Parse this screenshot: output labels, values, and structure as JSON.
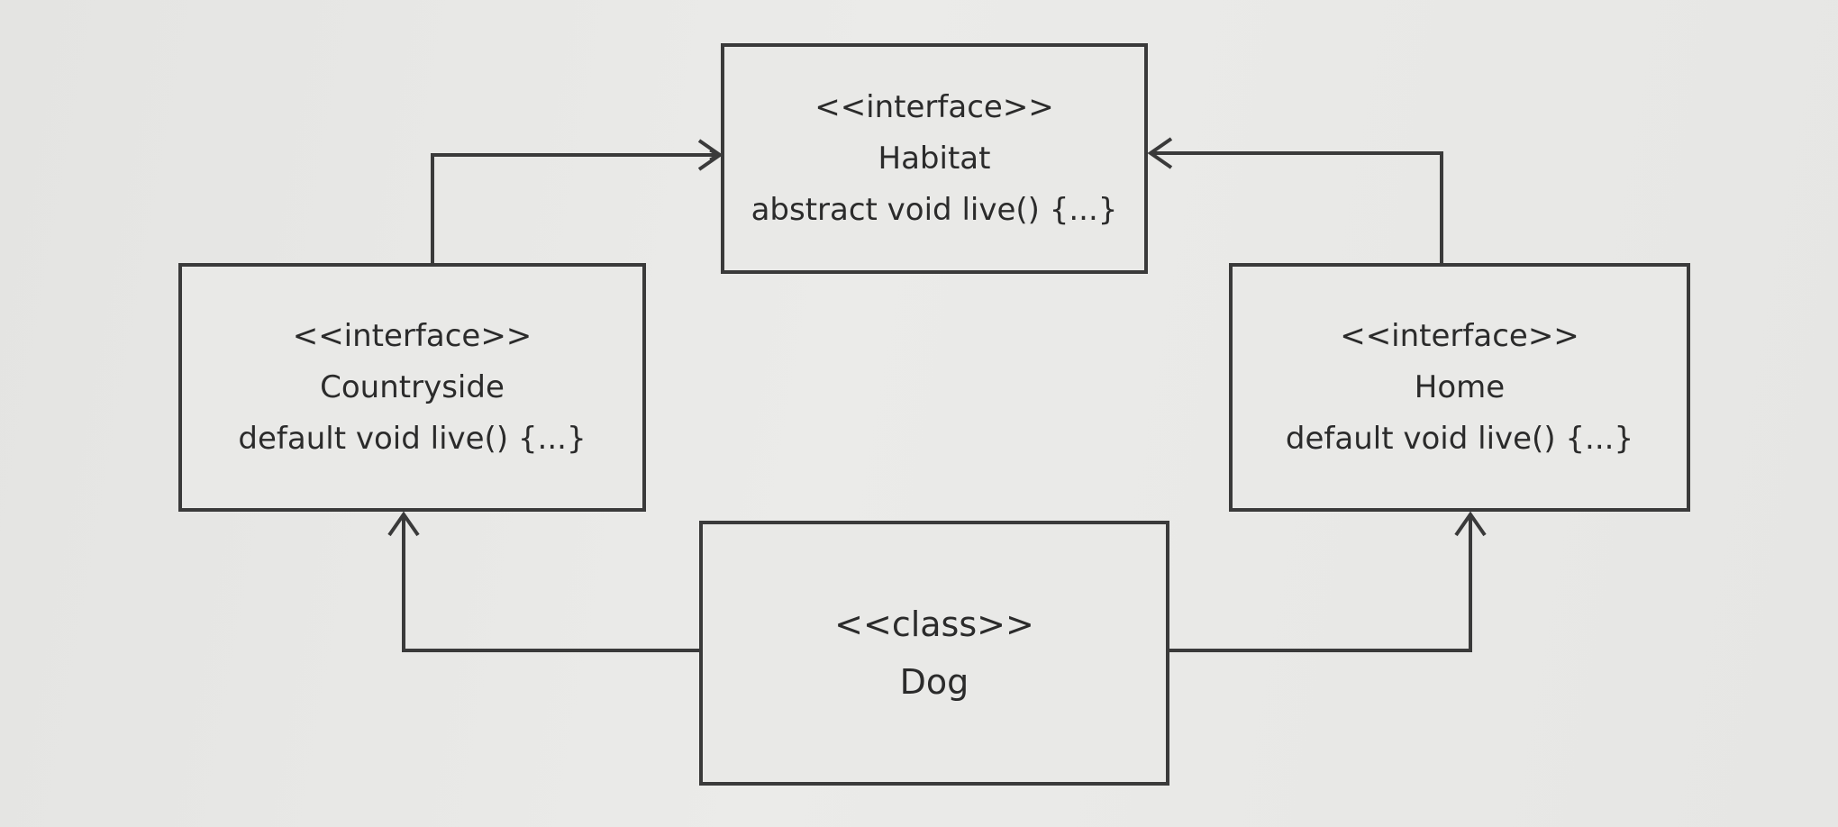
{
  "diagram": {
    "nodes": [
      {
        "id": "habitat",
        "stereotype": "<<interface>>",
        "name": "Habitat",
        "method": "abstract void live() {...}"
      },
      {
        "id": "countryside",
        "stereotype": "<<interface>>",
        "name": "Countryside",
        "method": "default void live() {...}"
      },
      {
        "id": "home",
        "stereotype": "<<interface>>",
        "name": "Home",
        "method": "default void live() {...}"
      },
      {
        "id": "dog",
        "stereotype": "<<class>>",
        "name": "Dog"
      }
    ],
    "edges": [
      {
        "from": "countryside",
        "to": "habitat"
      },
      {
        "from": "home",
        "to": "habitat"
      },
      {
        "from": "dog",
        "to": "countryside"
      },
      {
        "from": "dog",
        "to": "home"
      }
    ]
  }
}
